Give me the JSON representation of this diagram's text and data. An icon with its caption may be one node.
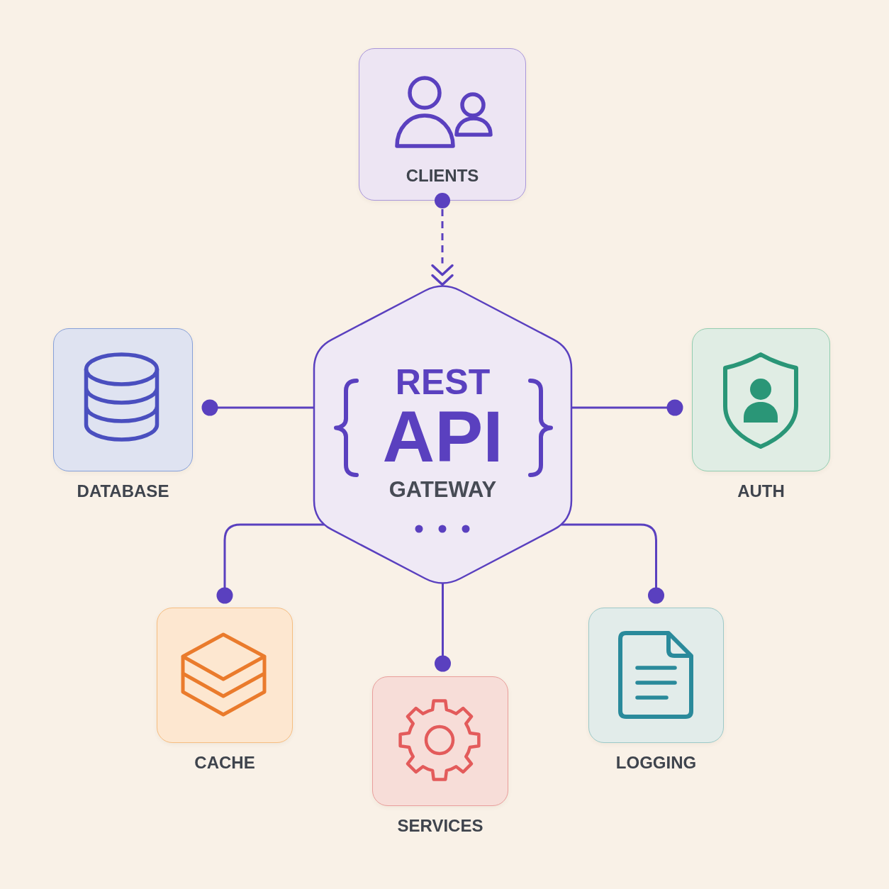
{
  "diagram": {
    "nodes": [
      {
        "text": [
          "CLIENTS"
        ]
      },
      {
        "text": [
          "REST",
          "API",
          "GATEWAY"
        ]
      },
      {
        "text": [
          "DATABASE"
        ]
      },
      {
        "text": [
          "AUTH"
        ]
      },
      {
        "text": [
          "CACHE"
        ]
      },
      {
        "text": [
          "SERVICES"
        ]
      },
      {
        "text": [
          "LOGGING"
        ]
      }
    ],
    "edges": [
      {
        "from": 0,
        "to": 1,
        "arrow": "to",
        "style": "dashed"
      },
      {
        "from": 1,
        "to": 2,
        "arrow": "other"
      },
      {
        "from": 1,
        "to": 3,
        "arrow": "other"
      },
      {
        "from": 1,
        "to": 4,
        "arrow": "other"
      },
      {
        "from": 1,
        "to": 5,
        "arrow": "other"
      },
      {
        "from": 1,
        "to": 6,
        "arrow": "other"
      }
    ]
  }
}
